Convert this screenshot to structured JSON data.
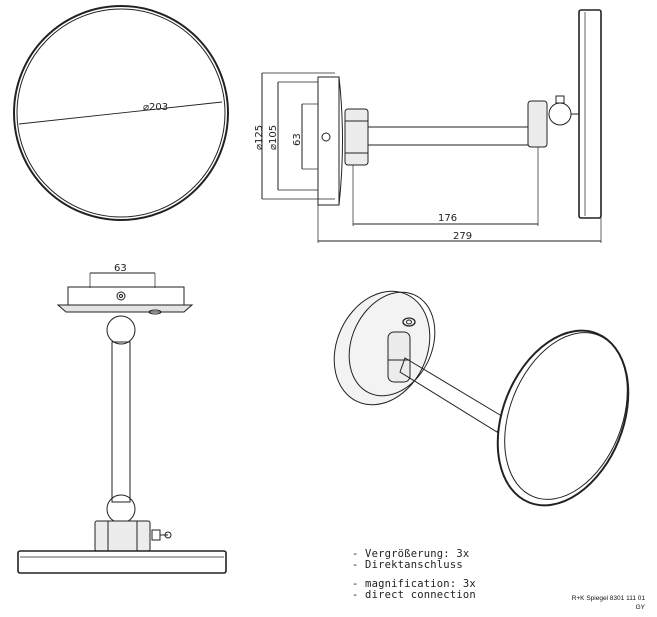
{
  "dimensions": {
    "mirror_diameter": "⌀203",
    "plate_diameter": "⌀125",
    "inner_diameter": "⌀105",
    "plate_height": "63",
    "arm_length": "176",
    "total_depth": "279",
    "plate_width": "63"
  },
  "notes": {
    "de": [
      "- Vergrößerung: 3x",
      "- Direktanschluss"
    ],
    "en": [
      "- magnification: 3x",
      "- direct connection"
    ]
  },
  "product_code": {
    "line1": "R+K Spiegel 8301 111 01",
    "line2": "GY"
  },
  "colors": {
    "line": "#222222",
    "light": "#888888",
    "fill": "#e9e9e9"
  }
}
